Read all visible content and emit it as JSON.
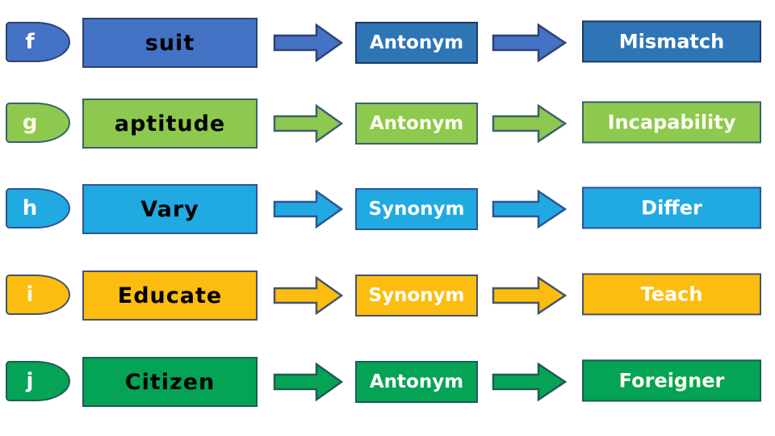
{
  "diagram": {
    "description": "Word relation matching diagram: each row maps a vocabulary word through a relation (Antonym/Synonym) to its matched word",
    "rows": [
      {
        "letter": "f",
        "word": "suit",
        "relation": "Antonym",
        "answer": "Mismatch",
        "colors": {
          "fill": "#4472C4",
          "border": "#2E4372",
          "fill2": "#2E75B6",
          "border2": "#1F3864",
          "pill_text": "#FFFFFF",
          "word_text": "#000000",
          "relation_text": "#FFFFFF",
          "answer_text": "#FFFFFF"
        }
      },
      {
        "letter": "g",
        "word": "aptitude",
        "relation": "Antonym",
        "answer": "Incapability",
        "colors": {
          "fill": "#8DC94E",
          "border": "#3D6070",
          "fill2": "#8DC94E",
          "border2": "#3D6070",
          "pill_text": "#FBF9E4",
          "word_text": "#000000",
          "relation_text": "#FDFDF2",
          "answer_text": "#FDFDF2"
        }
      },
      {
        "letter": "h",
        "word": "Vary",
        "relation": "Synonym",
        "answer": "Differ",
        "colors": {
          "fill": "#21A9E2",
          "border": "#2F5496",
          "fill2": "#21A9E2",
          "border2": "#2F5496",
          "pill_text": "#FFFFFF",
          "word_text": "#000000",
          "relation_text": "#FFFFFF",
          "answer_text": "#FFFFFF"
        }
      },
      {
        "letter": "i",
        "word": "Educate",
        "relation": "Synonym",
        "answer": "Teach",
        "colors": {
          "fill": "#FCBD10",
          "border": "#44546A",
          "fill2": "#FCBD10",
          "border2": "#44546A",
          "pill_text": "#FBF6DC",
          "word_text": "#000000",
          "relation_text": "#FFFFFF",
          "answer_text": "#FFFDF4"
        }
      },
      {
        "letter": "j",
        "word": "Citizen",
        "relation": "Antonym",
        "answer": "Foreigner",
        "colors": {
          "fill": "#04A355",
          "border": "#1F5C56",
          "fill2": "#04A355",
          "border2": "#1F5C56",
          "pill_text": "#FFFFFF",
          "word_text": "#000000",
          "relation_text": "#FFFFFF",
          "answer_text": "#FCFCEF"
        }
      }
    ]
  }
}
